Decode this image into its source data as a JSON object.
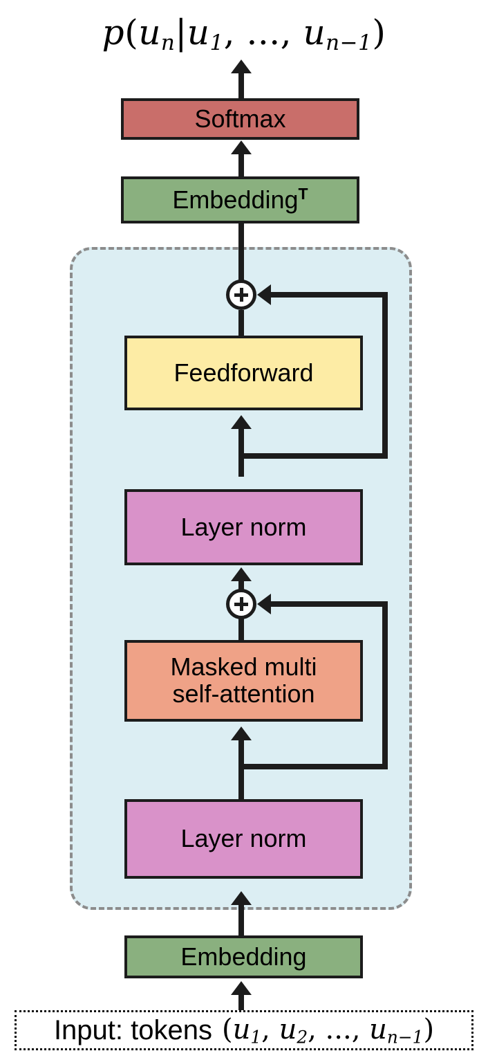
{
  "diagram": {
    "title_formula": {
      "p": "p",
      "open": "(",
      "u": "u",
      "sub_n": "n",
      "bar": "|",
      "u1": "u",
      "sub_1": "1",
      "comma_dots": ", ..., ",
      "u_last": "u",
      "sub_nminus1": "n−1",
      "close": ")",
      "plain": "p(u_n|u_1, ..., u_{n-1})"
    },
    "blocks": {
      "softmax": {
        "label": "Softmax",
        "color": "#c96e6a"
      },
      "embedding_transpose": {
        "label": "Embedding",
        "superscript": "T",
        "color": "#8ab07f"
      },
      "feedforward": {
        "label": "Feedforward",
        "color": "#fdeca5"
      },
      "layer_norm_top": {
        "label": "Layer norm",
        "color": "#d992c9"
      },
      "attention": {
        "label_line1": "Masked multi",
        "label_line2": "self-attention",
        "color": "#efa287"
      },
      "layer_norm_bottom": {
        "label": "Layer norm",
        "color": "#d992c9"
      },
      "embedding": {
        "label": "Embedding",
        "color": "#8ab07f"
      }
    },
    "decoder_container": {
      "fill": "#dceef3",
      "border_color": "#8c8c8c",
      "border_style": "dashed"
    },
    "residual_nodes": {
      "add_symbol": "+",
      "count": 2
    },
    "input_box": {
      "prefix": "Input:  tokens",
      "open": "(",
      "u1": "u",
      "sub_1": "1",
      "sep1": ", ",
      "u2": "u",
      "sub_2": "2",
      "sep2": ", ..., ",
      "u_last": "u",
      "sub_nminus1": "n−1",
      "close": ")",
      "plain": "Input: tokens (u_1, u_2, ..., u_{n-1})"
    }
  }
}
